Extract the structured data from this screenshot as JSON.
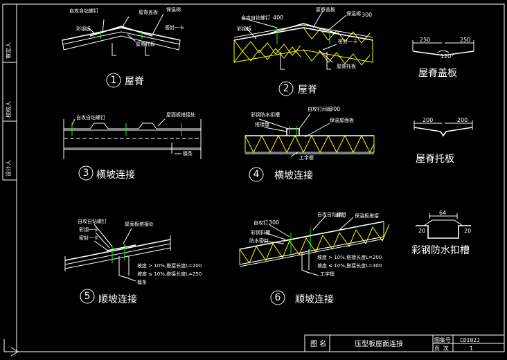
{
  "sidebar": {
    "labels": [
      "审定人",
      "校核人",
      "设计人"
    ]
  },
  "details": [
    {
      "num": "1",
      "caption": "屋脊"
    },
    {
      "num": "2",
      "caption": "屋脊"
    },
    {
      "num": "3",
      "caption": "横坡连接"
    },
    {
      "num": "4",
      "caption": "横坡连接"
    },
    {
      "num": "5",
      "caption": "顺坡连接"
    },
    {
      "num": "6",
      "caption": "顺坡连接"
    }
  ],
  "parts": {
    "ridge_cap": {
      "caption": "屋脊盖板",
      "dim_left": "250",
      "dim_right": "250",
      "angle": "120°"
    },
    "ridge_tray": {
      "caption": "屋脊托板",
      "dim_left": "200",
      "dim_right": "200"
    },
    "gutter": {
      "caption": "彩钢防水扣槽",
      "dim_top": "64",
      "dim_side": "20"
    }
  },
  "annotations": {
    "d2_dim_a": "400",
    "d2_dim_b": "300",
    "d4_dim": "300",
    "d5_line1": "坡度 > 10%,搭接长度L=200",
    "d5_line2": "坡度 ≤ 10%,搭接长度L=250",
    "d6_dim_a": "300",
    "d6_dim_b": "400",
    "d6_line1": "坡度 > 10%,搭接长度L=200",
    "d6_line2": "坡度 ≤ 10%,搭接长度L=300"
  },
  "title_block": {
    "label": "图 名",
    "title": "压型板屋面连接",
    "atlas_label": "图集号",
    "atlas_no": "CDI02J",
    "page_label": "页 次",
    "page_no": "1"
  }
}
